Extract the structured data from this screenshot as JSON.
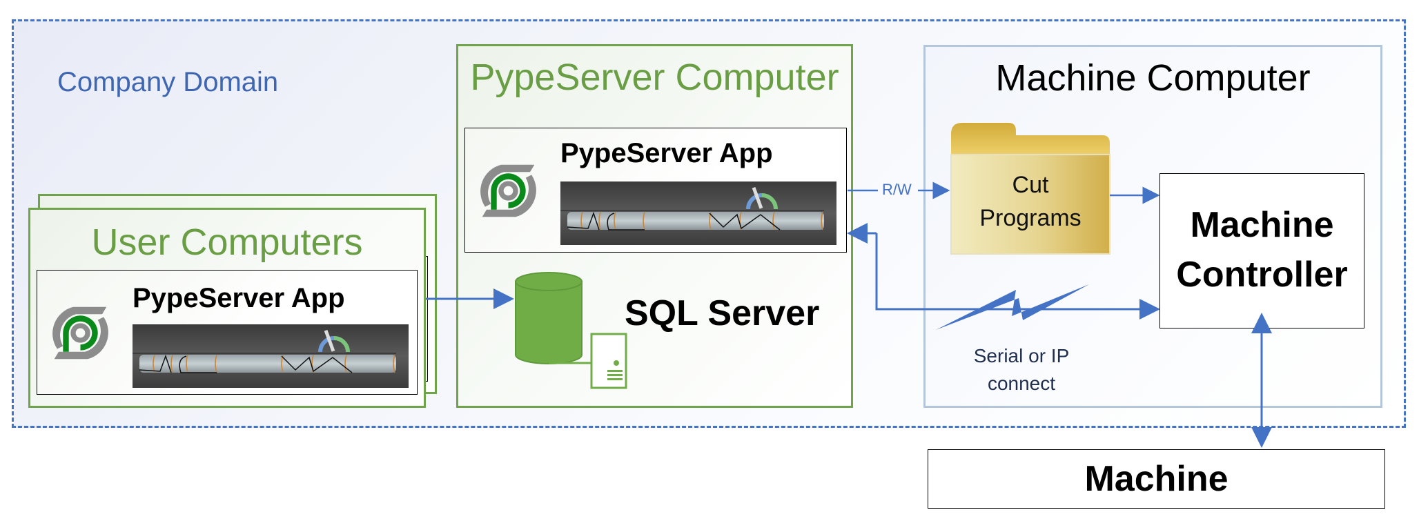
{
  "domain_label": "Company Domain",
  "user_computers": {
    "title": "User Computers",
    "app_title": "PypeServer App"
  },
  "pypeserver_computer": {
    "title": "PypeServer Computer",
    "app_title": "PypeServer App",
    "sql_label": "SQL Server"
  },
  "machine_computer": {
    "title": "Machine Computer",
    "folder_line1": "Cut",
    "folder_line2": "Programs",
    "controller_line1": "Machine",
    "controller_line2": "Controller",
    "connection_line1": "Serial or IP",
    "connection_line2": "connect"
  },
  "arrow_labels": {
    "rw": "R/W"
  },
  "machine_label": "Machine",
  "colors": {
    "domain_border": "#4472c4",
    "green": "#70a44a",
    "arrow": "#4472c4",
    "logo_green": "#0a8a1a",
    "logo_gray": "#8c8c8c",
    "folder_gold": "#d4b040"
  }
}
